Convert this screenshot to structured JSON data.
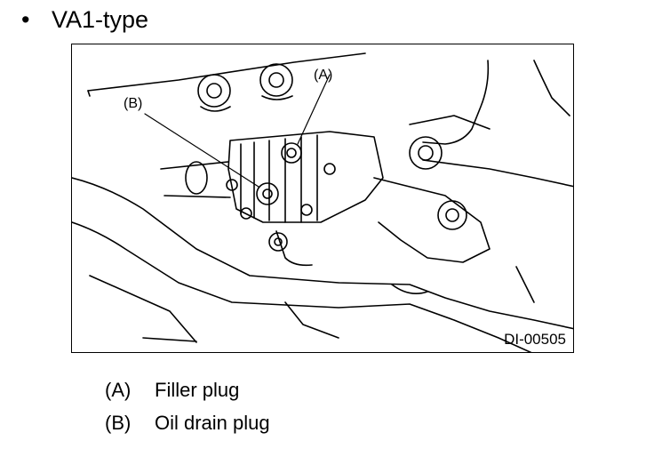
{
  "heading": {
    "bullet": "•",
    "text": "VA1-type"
  },
  "figure": {
    "id": "DI-00505",
    "callout_a": "(A)",
    "callout_b": "(B)"
  },
  "legend": [
    {
      "key": "(A)",
      "label": "Filler plug"
    },
    {
      "key": "(B)",
      "label": "Oil drain plug"
    }
  ]
}
